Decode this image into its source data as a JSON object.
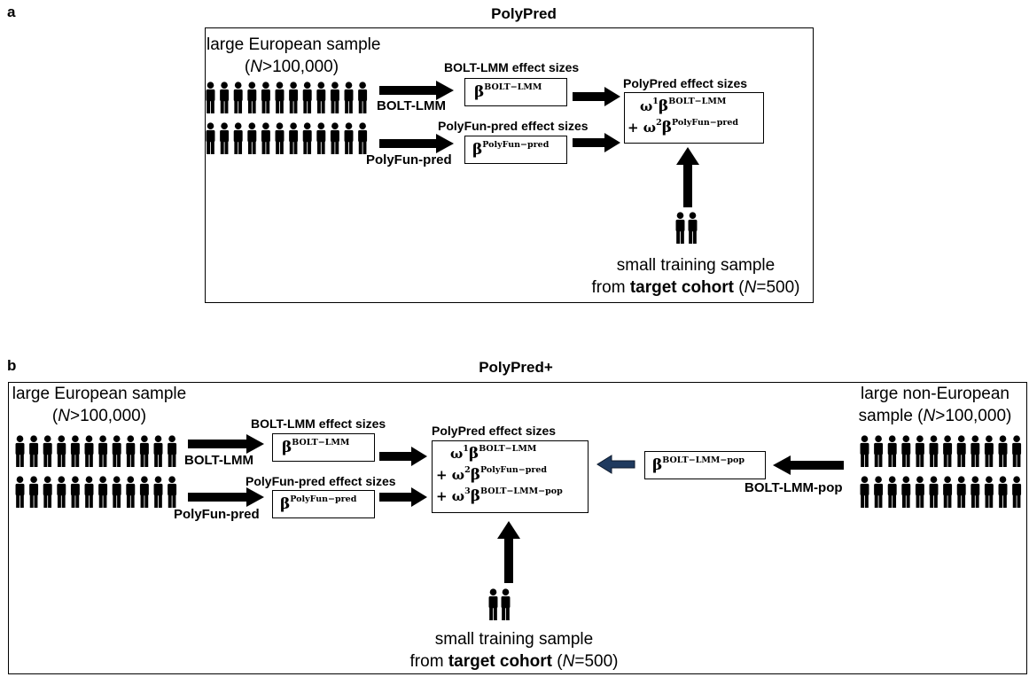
{
  "panel_a": {
    "letter": "a",
    "title": "PolyPred",
    "european_sample": {
      "line1": "large European sample",
      "n_italic": "N",
      "n_rest": ">100,000)",
      "n_open": "("
    },
    "method1": "BOLT-LMM",
    "method2": "PolyFun-pred",
    "effect1_caption": "BOLT-LMM effect sizes",
    "effect2_caption": "PolyFun-pred effect sizes",
    "beta1_sup": "BOLT−LMM",
    "beta2_sup": "PolyFun−pred",
    "polypred_caption": "PolyPred effect sizes",
    "omega1": "1",
    "omega2": "2",
    "training": {
      "line1": "small training sample",
      "line2_pre": "from ",
      "line2_bold": "target cohort",
      "line2_open": " (",
      "n_italic": "N",
      "line2_post": "=500)"
    }
  },
  "panel_b": {
    "letter": "b",
    "title": "PolyPred+",
    "european_sample": {
      "line1": "large European sample",
      "n_italic": "N",
      "n_rest": ">100,000)",
      "n_open": "("
    },
    "non_european_sample": {
      "line1": "large non-European",
      "line2_pre": "sample (",
      "n_italic": "N",
      "line2_post": ">100,000)"
    },
    "method1": "BOLT-LMM",
    "method2": "PolyFun-pred",
    "method3": "BOLT-LMM-pop",
    "effect1_caption": "BOLT-LMM effect sizes",
    "effect2_caption": "PolyFun-pred effect sizes",
    "beta1_sup": "BOLT−LMM",
    "beta2_sup": "PolyFun−pred",
    "beta3_sup": "BOLT−LMM−pop",
    "polypred_caption": "PolyPred effect sizes",
    "omega1": "1",
    "omega2": "2",
    "omega3": "3",
    "training": {
      "line1": "small training sample",
      "line2_pre": "from ",
      "line2_bold": "target cohort",
      "line2_open": " (",
      "n_italic": "N",
      "line2_post": "=500)"
    }
  },
  "symbols": {
    "beta": "β",
    "omega": "ω",
    "plus": "+ "
  },
  "icons": {
    "person": "person-icon",
    "arrow": "arrow-icon"
  },
  "colors": {
    "ink": "#000000",
    "accent_arrow": "#1f3a5f"
  }
}
